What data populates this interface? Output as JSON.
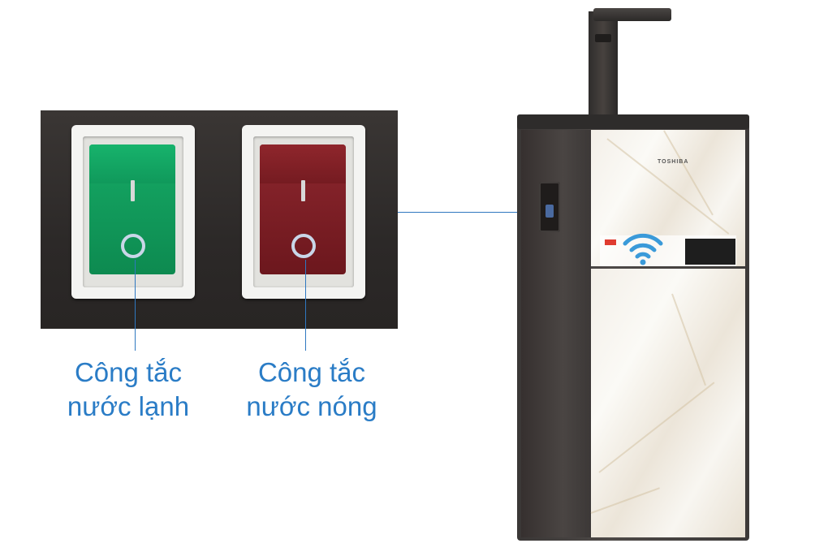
{
  "captions": {
    "cold_switch": [
      "Công tắc",
      "nước lạnh"
    ],
    "hot_switch": [
      "Công tắc",
      "nước nóng"
    ]
  },
  "product": {
    "brand": "TOSHIBA"
  },
  "colors": {
    "callout": "#2f78c0",
    "caption_text": "#2a7cc6",
    "cold_switch": "#13a05f",
    "hot_switch": "#832229",
    "panel_bg": "#2f2c2b"
  },
  "icons": {
    "wifi": "wifi-icon"
  }
}
